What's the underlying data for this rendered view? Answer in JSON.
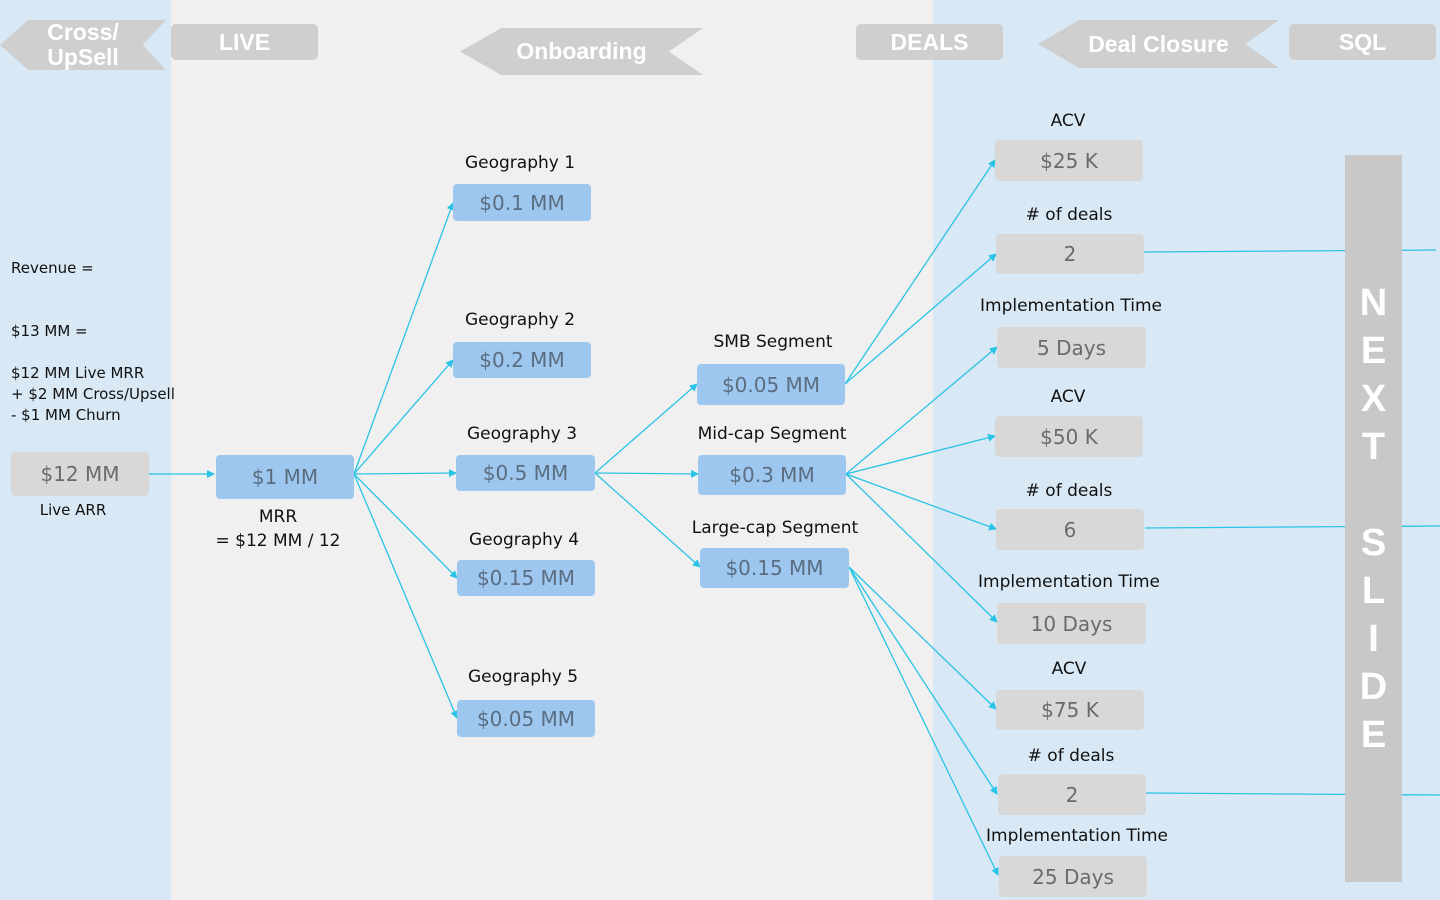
{
  "stages": {
    "cross_upsell": "Cross/\nUpSell",
    "live": "LIVE",
    "onboarding": "Onboarding",
    "deals": "DEALS",
    "deal_closure": "Deal Closure",
    "sql": "SQL"
  },
  "revenue_note": {
    "line1": "Revenue  =",
    "line2": "$13 MM =",
    "line3": "$12 MM Live MRR",
    "line4": "+ $2 MM Cross/Upsell",
    "line5": "- $1 MM Churn"
  },
  "live_arr": {
    "value": "$12 MM",
    "label": "Live ARR"
  },
  "mrr": {
    "value": "$1 MM",
    "label": "MRR",
    "formula": "= $12 MM / 12"
  },
  "geographies": [
    {
      "label": "Geography 1",
      "value": "$0.1 MM"
    },
    {
      "label": "Geography 2",
      "value": "$0.2 MM"
    },
    {
      "label": "Geography 3",
      "value": "$0.5 MM"
    },
    {
      "label": "Geography 4",
      "value": "$0.15 MM"
    },
    {
      "label": "Geography 5",
      "value": "$0.05 MM"
    }
  ],
  "segments": [
    {
      "label": "SMB Segment",
      "value": "$0.05 MM"
    },
    {
      "label": "Mid-cap Segment",
      "value": "$0.3 MM"
    },
    {
      "label": "Large-cap Segment",
      "value": "$0.15 MM"
    }
  ],
  "metrics": [
    {
      "label": "ACV",
      "value": "$25 K"
    },
    {
      "label": "# of deals",
      "value": "2"
    },
    {
      "label": "Implementation Time",
      "value": "5 Days"
    },
    {
      "label": "ACV",
      "value": "$50 K"
    },
    {
      "label": "# of deals",
      "value": "6"
    },
    {
      "label": "Implementation Time",
      "value": "10 Days"
    },
    {
      "label": "ACV",
      "value": "$75 K"
    },
    {
      "label": "# of deals",
      "value": "2"
    },
    {
      "label": "Implementation Time",
      "value": "25 Days"
    }
  ],
  "next_slide": [
    "N",
    "E",
    "X",
    "T",
    "S",
    "L",
    "I",
    "D",
    "E"
  ],
  "colors": {
    "connector": "#29c3e6",
    "blue_box": "#9ec7ef",
    "gray_box": "#d8d8d8",
    "band": "#d9e8f5"
  }
}
